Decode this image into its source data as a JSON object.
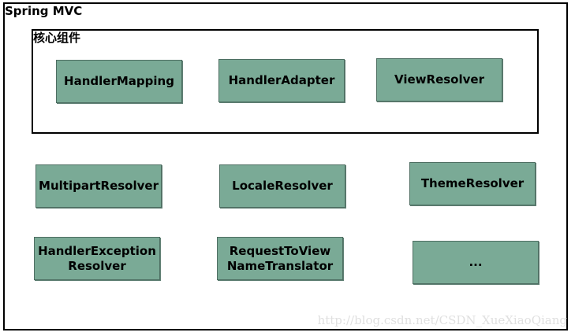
{
  "outer_label": "Spring MVC",
  "inner_label": "核心组件",
  "core_components": [
    "HandlerMapping",
    "HandlerAdapter",
    "ViewResolver"
  ],
  "other_components": [
    "MultipartResolver",
    "LocaleResolver",
    "ThemeResolver",
    "HandlerException\nResolver",
    "RequestToView\nNameTranslator",
    "..."
  ],
  "watermark": "http://blog.csdn.net/CSDN_XueXiaoQiang",
  "colors": {
    "box_fill": "#7aaa96",
    "box_border": "#4e6e62"
  }
}
